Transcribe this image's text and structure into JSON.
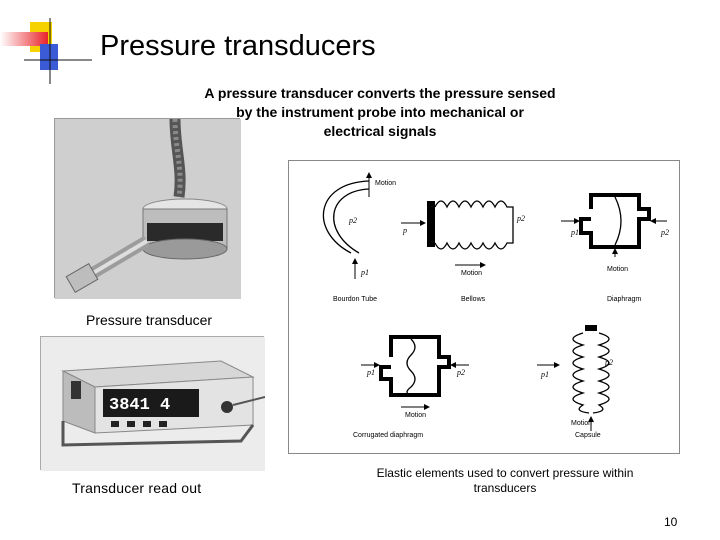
{
  "slide": {
    "title": "Pressure transducers",
    "intro_line1": "A pressure transducer converts the pressure sensed",
    "intro_line2": "by the instrument probe  into mechanical or",
    "intro_line3": "electrical signals",
    "page_number": "10"
  },
  "photos": {
    "transducer_caption": "Pressure transducer",
    "readout_caption": "Transducer read out",
    "readout_display": "3841 4"
  },
  "diagram": {
    "caption_line1": "Elastic elements used to convert pressure within",
    "caption_line2": "transducers",
    "labels": {
      "motion": "Motion",
      "p1": "p1",
      "p2": "p2",
      "p": "p",
      "bourdon": "Bourdon Tube",
      "bellows": "Bellows",
      "diaphragm": "Diaphragm",
      "corrugated": "Corrugated diaphragm",
      "capsule": "Capsule"
    }
  },
  "colors": {
    "logo_red": "#e8232a",
    "logo_yellow": "#f5d200",
    "logo_blue": "#3b5bd6"
  }
}
